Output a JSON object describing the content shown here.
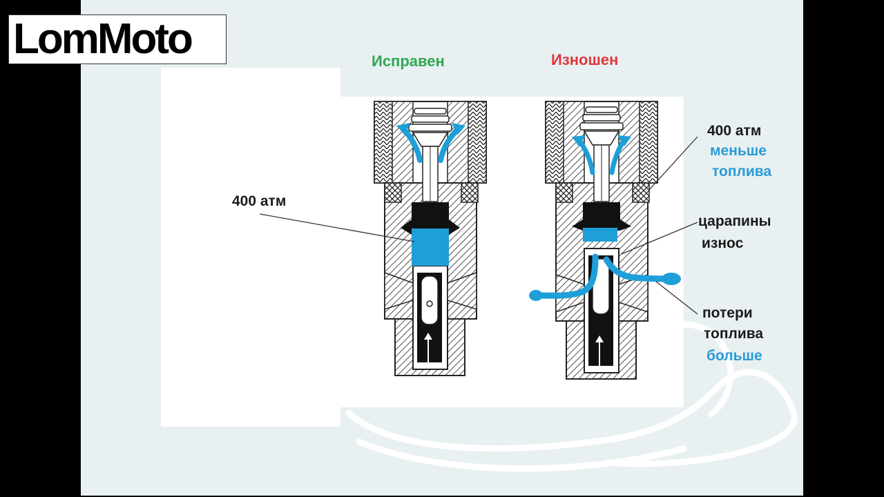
{
  "logo": {
    "text": "LomMoto"
  },
  "titles": {
    "good": "Исправен",
    "worn": "Изношен"
  },
  "labels": {
    "left_pressure": "400 атм",
    "right_pressure": "400 атм",
    "less_fuel_1": "меньше",
    "less_fuel_2": "топлива",
    "scratches": "царапины",
    "wear": "износ",
    "losses_1": "потери",
    "losses_2": "топлива",
    "losses_3": "больше"
  },
  "colors": {
    "fuel_blue": "#2a9bd6",
    "good_green": "#2fa84f",
    "worn_red": "#e0363a"
  }
}
